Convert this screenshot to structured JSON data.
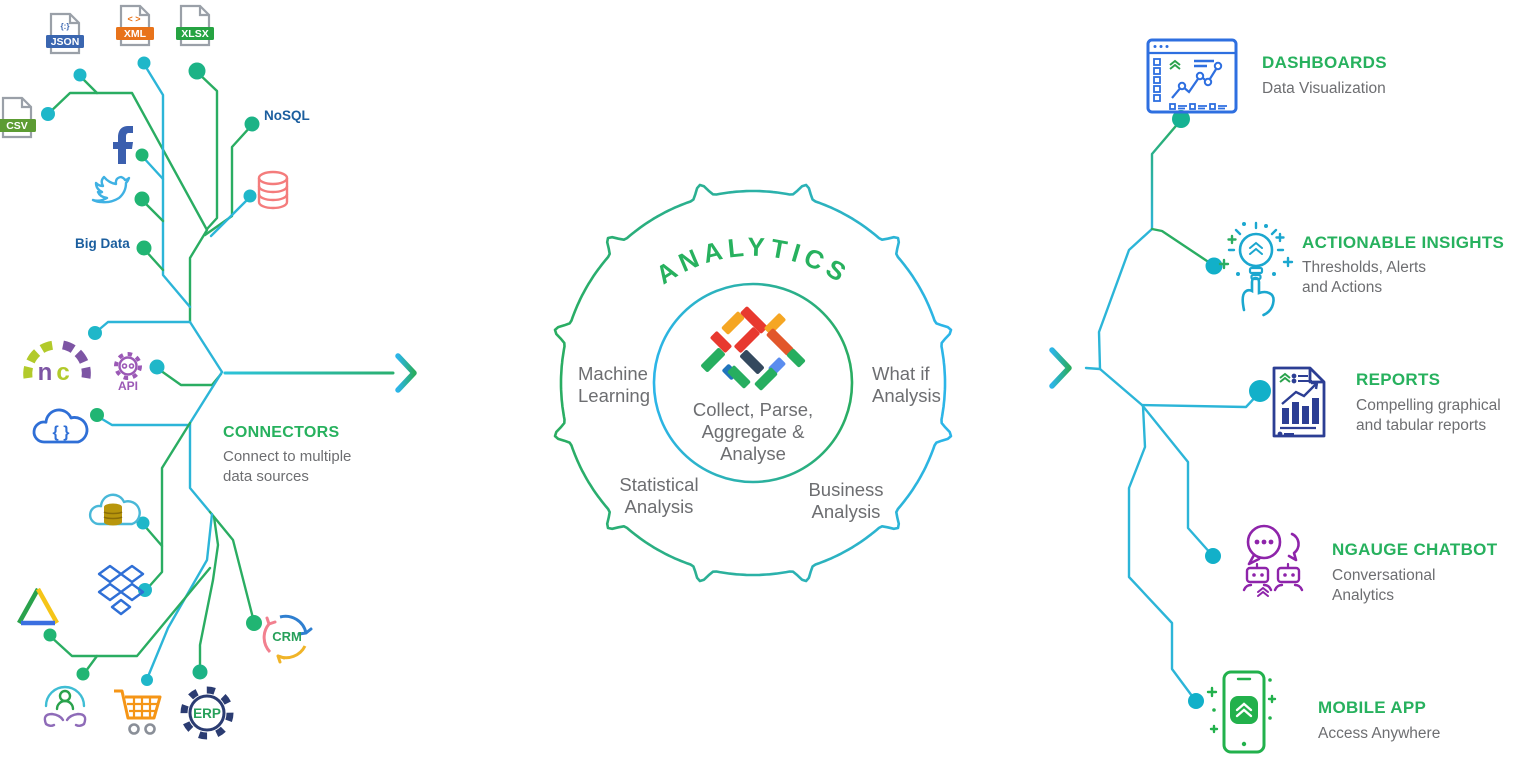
{
  "colors": {
    "accent_green": "#27b15e",
    "line_teal": "#2cb5d8",
    "text_gray": "#6d6e71",
    "label_blue": "#1b5e9e",
    "purple": "#9b59b6",
    "navy": "#2b3c72"
  },
  "left": {
    "heading": "CONNECTORS",
    "description": "Connect to multiple\ndata sources",
    "file_badges": [
      {
        "label": "JSON",
        "glyph": "{:}"
      },
      {
        "label": "XML",
        "glyph": "< >"
      },
      {
        "label": "XLSX",
        "glyph": ""
      },
      {
        "label": "CSV",
        "glyph": ""
      }
    ],
    "labels": {
      "nosql": "NoSQL",
      "big_data": "Big Data",
      "api": "API",
      "crm": "CRM",
      "erp": "ERP",
      "gauge_n": "n",
      "gauge_c": "c",
      "cloud_braces": "{ }"
    }
  },
  "center": {
    "ring_title": "ANALYTICS",
    "core": "Collect, Parse,\nAggregate &\nAnalyse",
    "quadrants": {
      "top_left": "Machine\nLearning",
      "top_right": "What if\nAnalysis",
      "bottom_left": "Statistical\nAnalysis",
      "bottom_right": "Business\nAnalysis"
    }
  },
  "right": {
    "outputs": [
      {
        "title": "DASHBOARDS",
        "description": "Data Visualization"
      },
      {
        "title": "ACTIONABLE INSIGHTS",
        "description": "Thresholds, Alerts\nand Actions"
      },
      {
        "title": "REPORTS",
        "description": "Compelling graphical\nand tabular reports"
      },
      {
        "title": "NGAUGE CHATBOT",
        "description": "Conversational\nAnalytics"
      },
      {
        "title": "MOBILE APP",
        "description": "Access Anywhere"
      }
    ]
  }
}
